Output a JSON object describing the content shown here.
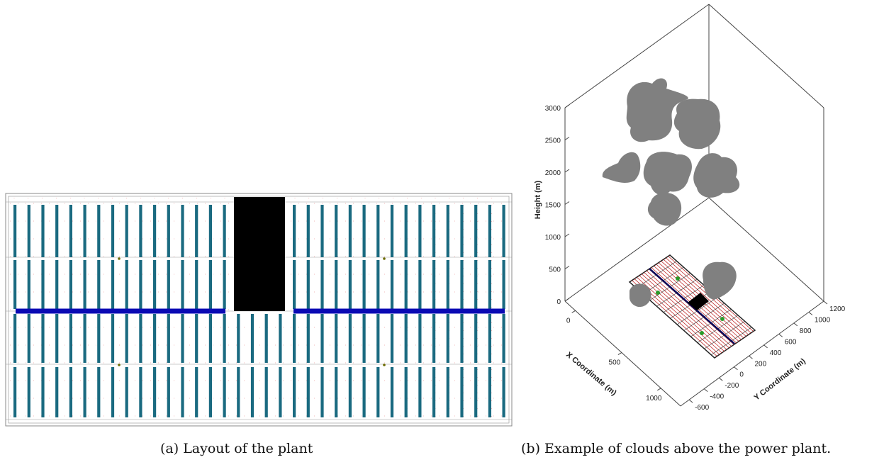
{
  "captions": {
    "a": "(a) Layout of the plant",
    "b": "(b) Example of clouds above the power plant."
  },
  "colors": {
    "panel_row": "#1a6a80",
    "main_line": "#0a0ab4",
    "inverter_block": "#000000",
    "cloud": "#808080",
    "grid_red": "#e05050",
    "grid_gray": "#999999",
    "dot_green": "#2a9a2a"
  },
  "chart_3d": {
    "z_axis": {
      "label": "Height (m)",
      "ticks": [
        "0",
        "500",
        "1000",
        "1500",
        "2000",
        "2500",
        "3000"
      ]
    },
    "x_axis": {
      "label": "X Coordinate (m)",
      "ticks": [
        "0",
        "500",
        "1000"
      ]
    },
    "y_axis": {
      "label": "Y Coordinate (m)",
      "ticks": [
        "-600",
        "-400",
        "-200",
        "0",
        "200",
        "400",
        "600",
        "800",
        "1000",
        "1200"
      ]
    }
  }
}
